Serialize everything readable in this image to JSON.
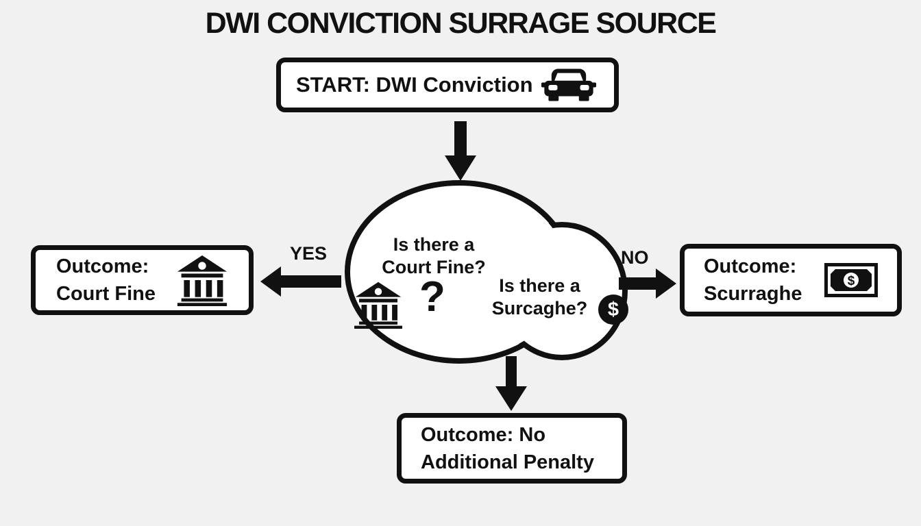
{
  "page": {
    "title": "DWI CONVICTION SURRAGE SOURCE"
  },
  "colors": {
    "background": "#f1f1f1",
    "ink": "#111111",
    "node_fill": "#ffffff"
  },
  "start": {
    "label": "START: DWI Conviction",
    "icon": "car-icon"
  },
  "decision": {
    "court_fine_question": {
      "line1": "Is there a",
      "line2": "Court Fine?"
    },
    "surcharge_question": {
      "line1": "Is there a",
      "line2": "Surcaghe?"
    },
    "icon": "bank-icon",
    "badge_icon": "dollar-circle-icon"
  },
  "glyphs": {
    "question_mark": "?",
    "dollar": "$"
  },
  "edges": {
    "yes": "YES",
    "no": "NO"
  },
  "outcomes": {
    "court_fine": {
      "line1": "Outcome:",
      "line2": "Court Fine",
      "icon": "bank-icon"
    },
    "surcharge": {
      "line1": "Outcome:",
      "line2": "Scurraghe",
      "icon": "money-bill-icon"
    },
    "none": {
      "line1": "Outcome: No",
      "line2": "Additional Penalty"
    }
  }
}
